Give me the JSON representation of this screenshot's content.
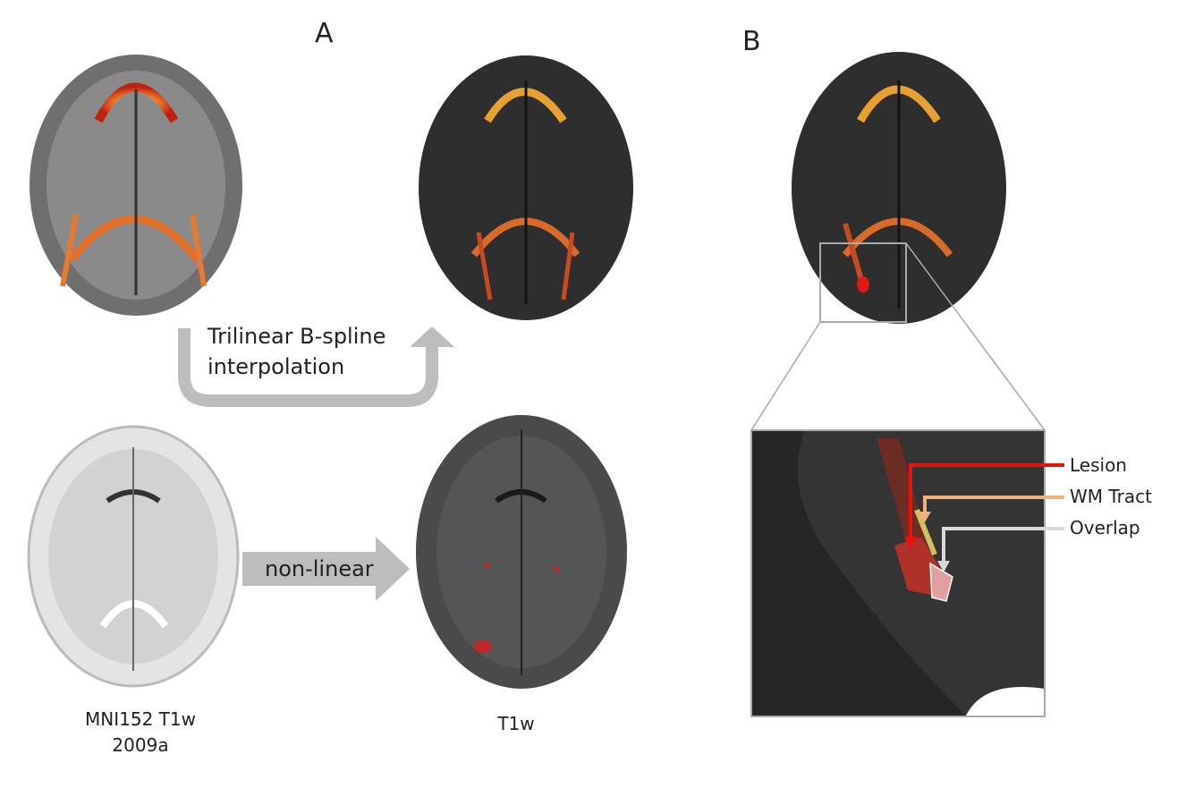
{
  "panels": {
    "a_label": "A",
    "b_label": "B"
  },
  "arrows": {
    "curved_line1": "Trilinear B-spline",
    "curved_line2": "interpolation",
    "straight": "non-linear"
  },
  "captions": {
    "template_line1": "MNI152 T1w",
    "template_line2": "2009a",
    "subject": "T1w"
  },
  "legend": [
    {
      "label": "Lesion",
      "color": "#e8120c"
    },
    {
      "label": "WM Tract",
      "color": "#f2b07a"
    },
    {
      "label": "Overlap",
      "color": "#d9d9d9"
    }
  ]
}
